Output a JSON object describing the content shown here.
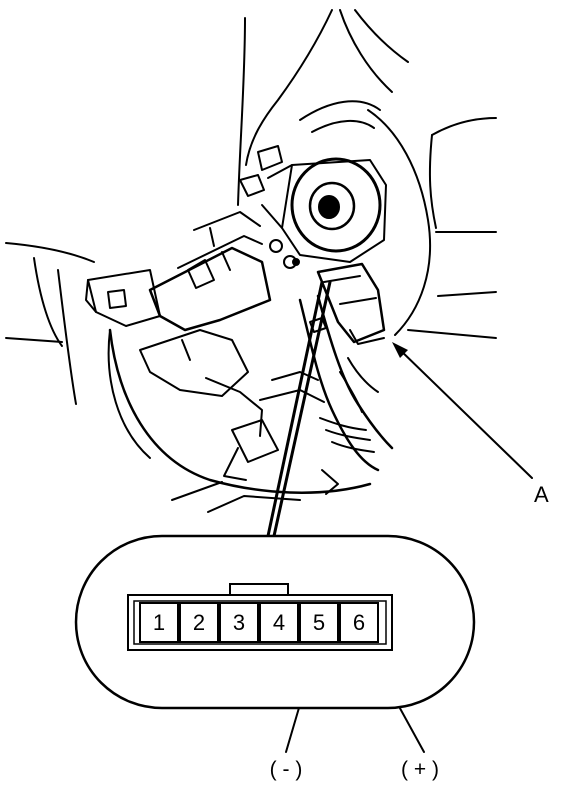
{
  "callout": {
    "label": "A"
  },
  "connector": {
    "pins": [
      "1",
      "2",
      "3",
      "4",
      "5",
      "6"
    ]
  },
  "polarity": {
    "negative": "( - )",
    "positive": "( + )"
  },
  "colors": {
    "ink": "#000000",
    "paper": "#ffffff"
  }
}
